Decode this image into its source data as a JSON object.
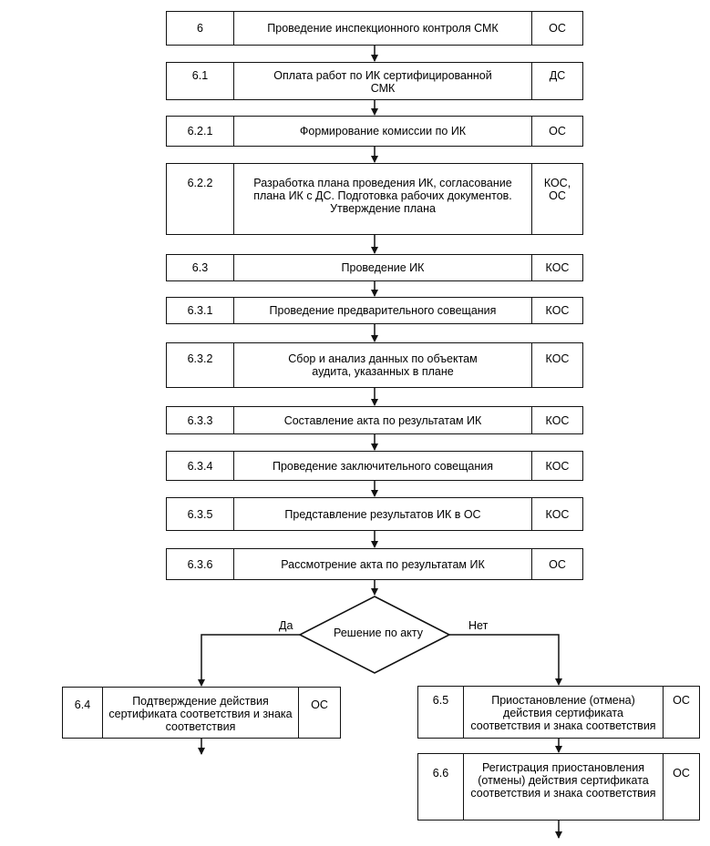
{
  "steps": [
    {
      "num": "6",
      "title": "Проведение инспекционного контроля СМК",
      "resp": "ОС"
    },
    {
      "num": "6.1",
      "title": "Оплата работ по ИК сертифицированной СМК",
      "resp": "ДС"
    },
    {
      "num": "6.2.1",
      "title": "Формирование комиссии по ИК",
      "resp": "ОС"
    },
    {
      "num": "6.2.2",
      "title": "Разработка плана проведения ИК, согласование плана ИК с ДС. Подготовка рабочих документов. Утверждение плана",
      "resp": "КОС, ОС"
    },
    {
      "num": "6.3",
      "title": "Проведение ИК",
      "resp": "КОС"
    },
    {
      "num": "6.3.1",
      "title": "Проведение предварительного совещания",
      "resp": "КОС"
    },
    {
      "num": "6.3.2",
      "title": "Сбор и анализ данных по объектам аудита, указанных в плане",
      "resp": "КОС"
    },
    {
      "num": "6.3.3",
      "title": "Составление акта по результатам ИК",
      "resp": "КОС"
    },
    {
      "num": "6.3.4",
      "title": "Проведение заключительного совещания",
      "resp": "КОС"
    },
    {
      "num": "6.3.5",
      "title": "Представление результатов ИК в ОС",
      "resp": "КОС"
    },
    {
      "num": "6.3.6",
      "title": "Рассмотрение акта по результатам ИК",
      "resp": "ОС"
    }
  ],
  "decision": {
    "label": "Решение по акту",
    "yes": "Да",
    "no": "Нет"
  },
  "left_branch": [
    {
      "num": "6.4",
      "title": "Подтверждение действия сертификата соответствия и знака соответствия",
      "resp": "ОС"
    }
  ],
  "right_branch": [
    {
      "num": "6.5",
      "title": "Приостановление (отмена) действия сертификата соответствия и знака соответствия",
      "resp": "ОС"
    },
    {
      "num": "6.6",
      "title": "Регистрация приостановления (отмены) действия сертификата соответствия и знака соответствия",
      "resp": "ОС"
    }
  ]
}
